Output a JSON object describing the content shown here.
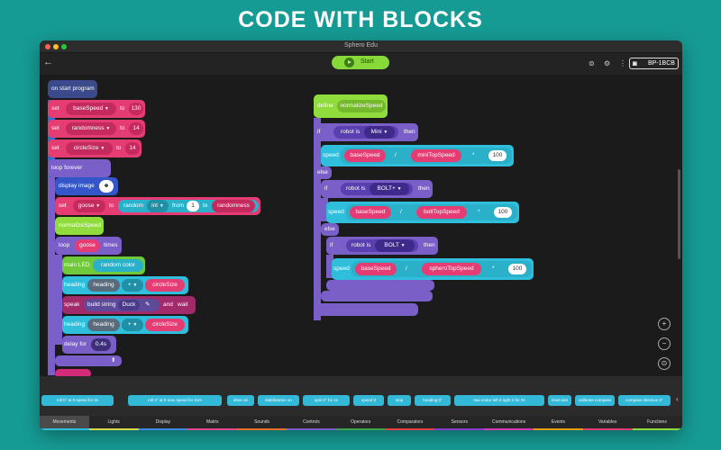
{
  "headline": "CODE WITH BLOCKS",
  "window": {
    "title": "Sphero Edu"
  },
  "toolbar": {
    "start_label": "Start",
    "robot_name": "BP-1BCB"
  },
  "colors": {
    "motion": "#2fbedc",
    "control": "#7a5fc9",
    "variable": "#e53c73",
    "function": "#90dc3c",
    "blue": "#3456c9"
  },
  "program": {
    "on_start": "on start program",
    "set_label": "set",
    "to_label": "to",
    "vars": [
      {
        "name": "baseSpeed",
        "value": "130"
      },
      {
        "name": "randomness",
        "value": "14"
      },
      {
        "name": "circleSize",
        "value": "14"
      }
    ],
    "loop_forever": "loop forever",
    "display_image": "display image",
    "set_goose": {
      "var": "goose",
      "random": "random",
      "type": "int",
      "from": "from",
      "from_value": "1",
      "to": "to",
      "to_var": "randomness"
    },
    "normalize_call": "normalizeSpeed",
    "loop_goose": {
      "loop": "loop",
      "var": "goose",
      "times": "times"
    },
    "main_led": {
      "label": "main LED",
      "value": "random color"
    },
    "heading_1": {
      "label": "heading",
      "var": "heading",
      "op": "+",
      "operand": "circleSize"
    },
    "speak": {
      "label": "speak",
      "build": "build string",
      "word": "Duck",
      "and": "and",
      "wait": "wait"
    },
    "heading_2": {
      "label": "heading",
      "var": "heading",
      "op": "+",
      "operand": "circleSize"
    },
    "delay": {
      "label": "delay for",
      "value": "0.4s"
    }
  },
  "define_block": {
    "define": "define",
    "name": "normalizeSpeed",
    "if_label": "if",
    "then": "then",
    "else": "else",
    "robot_is": "robot is",
    "speed": "speed",
    "op": "/",
    "mult": "*",
    "branches": [
      {
        "robot": "Mini",
        "base": "baseSpeed",
        "top": "miniTopSpeed",
        "factor": "100"
      },
      {
        "robot": "BOLT+",
        "base": "baseSpeed",
        "top": "boltTopSpeed",
        "factor": "100"
      },
      {
        "robot": "BOLT",
        "base": "baseSpeed",
        "top": "spheroTopSpeed",
        "factor": "100"
      }
    ]
  },
  "zoom": {
    "in": "+",
    "out": "−",
    "fit": "⊙"
  },
  "palette": [
    "roll 0° at 0 speed for 2s",
    "roll 0° at 0 max speed for 2cm",
    "drive on",
    "stabilization on",
    "spin 0° for 1s",
    "speed 0",
    "stop",
    "heading 0°",
    "raw motor left 0 right 0 for 0s",
    "reset aim",
    "calibrate compass",
    "compass direction 0°"
  ],
  "categories": [
    {
      "label": "Movements",
      "color": "#2fbedc"
    },
    {
      "label": "Lights",
      "color": "#d4d84a"
    },
    {
      "label": "Display",
      "color": "#3c8ae0"
    },
    {
      "label": "Matrix",
      "color": "#e04a8a"
    },
    {
      "label": "Sounds",
      "color": "#ec6f2c"
    },
    {
      "label": "Controls",
      "color": "#7a5fc9"
    },
    {
      "label": "Operators",
      "color": "#3da44a"
    },
    {
      "label": "Comparators",
      "color": "#e63c4c"
    },
    {
      "label": "Sensors",
      "color": "#8a3cc9"
    },
    {
      "label": "Communications",
      "color": "#d43cb0"
    },
    {
      "label": "Events",
      "color": "#e8a018"
    },
    {
      "label": "Variables",
      "color": "#e53c73"
    },
    {
      "label": "Functions",
      "color": "#90dc3c"
    }
  ]
}
